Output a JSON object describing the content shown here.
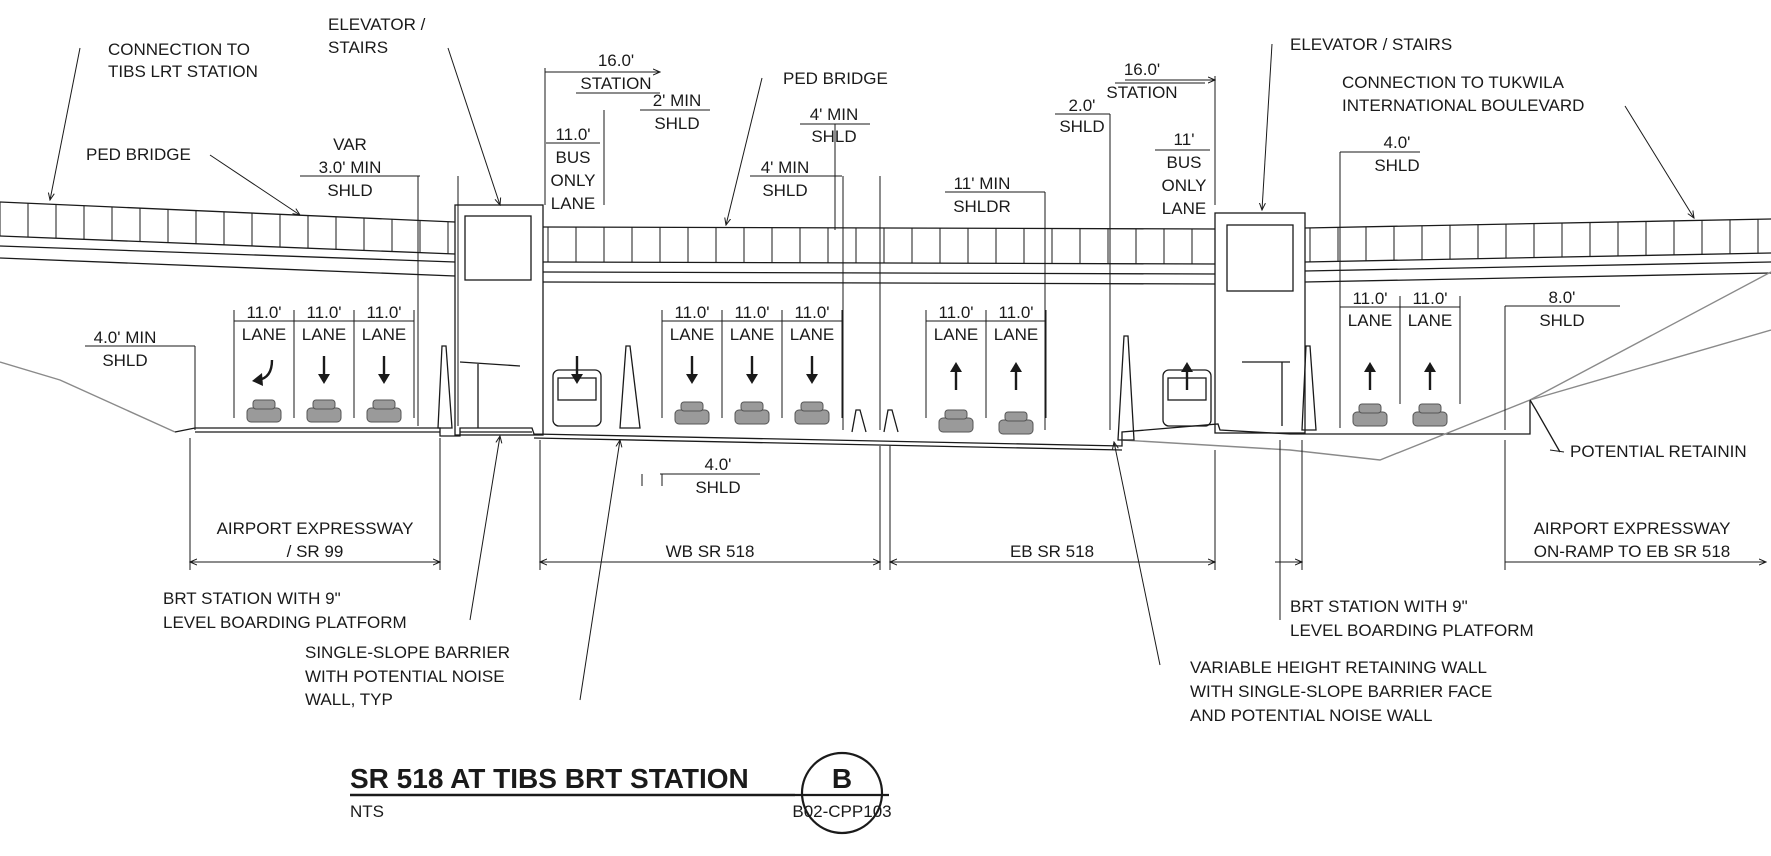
{
  "title": {
    "main": "SR 518 AT TIBS BRT STATION",
    "scale": "NTS",
    "section_letter": "B",
    "sheet": "B02-CPP103"
  },
  "callouts": {
    "conn_tibs": [
      "CONNECTION TO",
      "TIBS LRT STATION"
    ],
    "elev_left": [
      "ELEVATOR /",
      "STAIRS"
    ],
    "ped_bridge_left": "PED BRIDGE",
    "ped_bridge_mid": "PED BRIDGE",
    "elev_right": "ELEVATOR / STAIRS",
    "conn_tukwila": [
      "CONNECTION TO TUKWILA",
      "INTERNATIONAL BOULEVARD"
    ],
    "retaining": "POTENTIAL RETAININ",
    "brt_left": [
      "BRT STATION WITH 9\"",
      "LEVEL BOARDING PLATFORM"
    ],
    "barrier": [
      "SINGLE-SLOPE BARRIER",
      "WITH POTENTIAL NOISE",
      "WALL, TYP"
    ],
    "brt_right": [
      "BRT STATION WITH 9\"",
      "LEVEL BOARDING PLATFORM"
    ],
    "var_wall": [
      "VARIABLE HEIGHT RETAINING WALL",
      "WITH SINGLE-SLOPE BARRIER FACE",
      "AND POTENTIAL NOISE WALL"
    ]
  },
  "dimensions": {
    "var_shld": [
      "VAR",
      "3.0' MIN",
      "SHLD"
    ],
    "station_left": [
      "16.0'",
      "STATION"
    ],
    "two_min_shld": [
      "2' MIN",
      "SHLD"
    ],
    "bus_lane_left": [
      "11.0'",
      "BUS",
      "ONLY",
      "LANE"
    ],
    "four_min_shld_a": [
      "4' MIN",
      "SHLD"
    ],
    "four_min_shld_b": [
      "4' MIN",
      "SHLD"
    ],
    "eleven_min_shldr": [
      "11' MIN",
      "SHLDR"
    ],
    "two_shld": [
      "2.0'",
      "SHLD"
    ],
    "station_right": [
      "16.0'",
      "STATION"
    ],
    "bus_lane_right": [
      "11'",
      "BUS",
      "ONLY",
      "LANE"
    ],
    "four_shld_top": [
      "4.0'",
      "SHLD"
    ],
    "four_min_shld_left": [
      "4.0' MIN",
      "SHLD"
    ],
    "eight_shld": [
      "8.0'",
      "SHLD"
    ],
    "four_shld_bottom": [
      "4.0'",
      "SHLD"
    ],
    "lane_width": "11.0'",
    "lane_word": "LANE"
  },
  "roadways": {
    "airport_left": [
      "AIRPORT EXPRESSWAY",
      "/ SR 99"
    ],
    "wb": "WB SR 518",
    "eb": "EB SR 518",
    "airport_right": [
      "AIRPORT EXPRESSWAY",
      "ON-RAMP TO EB SR 518"
    ]
  },
  "colors": {
    "line": "#1a1a1a",
    "ground": "#8a8a8a",
    "vehicle": "#9a9a9a"
  }
}
